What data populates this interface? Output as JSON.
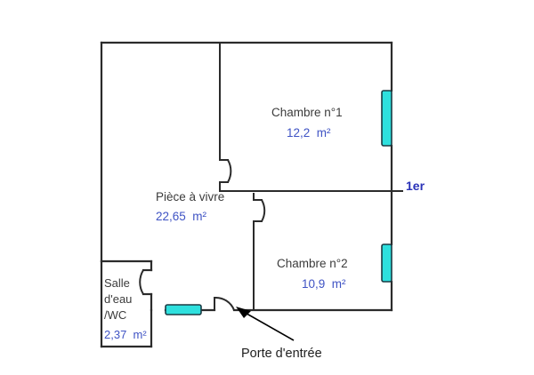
{
  "document": {
    "type": "floor-plan",
    "background_color": "#ffffff",
    "wall_color": "#2b2b2b",
    "window_fill_color": "#2ee0de",
    "window_stroke_color": "#1b3b44",
    "area_text_color": "#3f53c4",
    "room_name_color": "#3b3b3b",
    "level_label_color": "#2a32b8"
  },
  "rooms": [
    {
      "id": "chambre-1",
      "name": "Chambre n°1",
      "area": "12,2  m²"
    },
    {
      "id": "chambre-2",
      "name": "Chambre n°2",
      "area": "10,9  m²"
    },
    {
      "id": "piece-a-vivre",
      "name": "Pièce à vivre",
      "area": "22,65  m²"
    },
    {
      "id": "salle-d-eau-wc",
      "name_line1": "Salle",
      "name_line2": "d'eau",
      "name_line3": "/WC",
      "area": "2,37  m²"
    }
  ],
  "annotations": {
    "level_label": "1er",
    "entry_door_caption": "Porte d'entrée"
  },
  "icons": {
    "window": "window-icon",
    "door_swing": "door-swing-icon",
    "arrow": "arrow-icon"
  }
}
